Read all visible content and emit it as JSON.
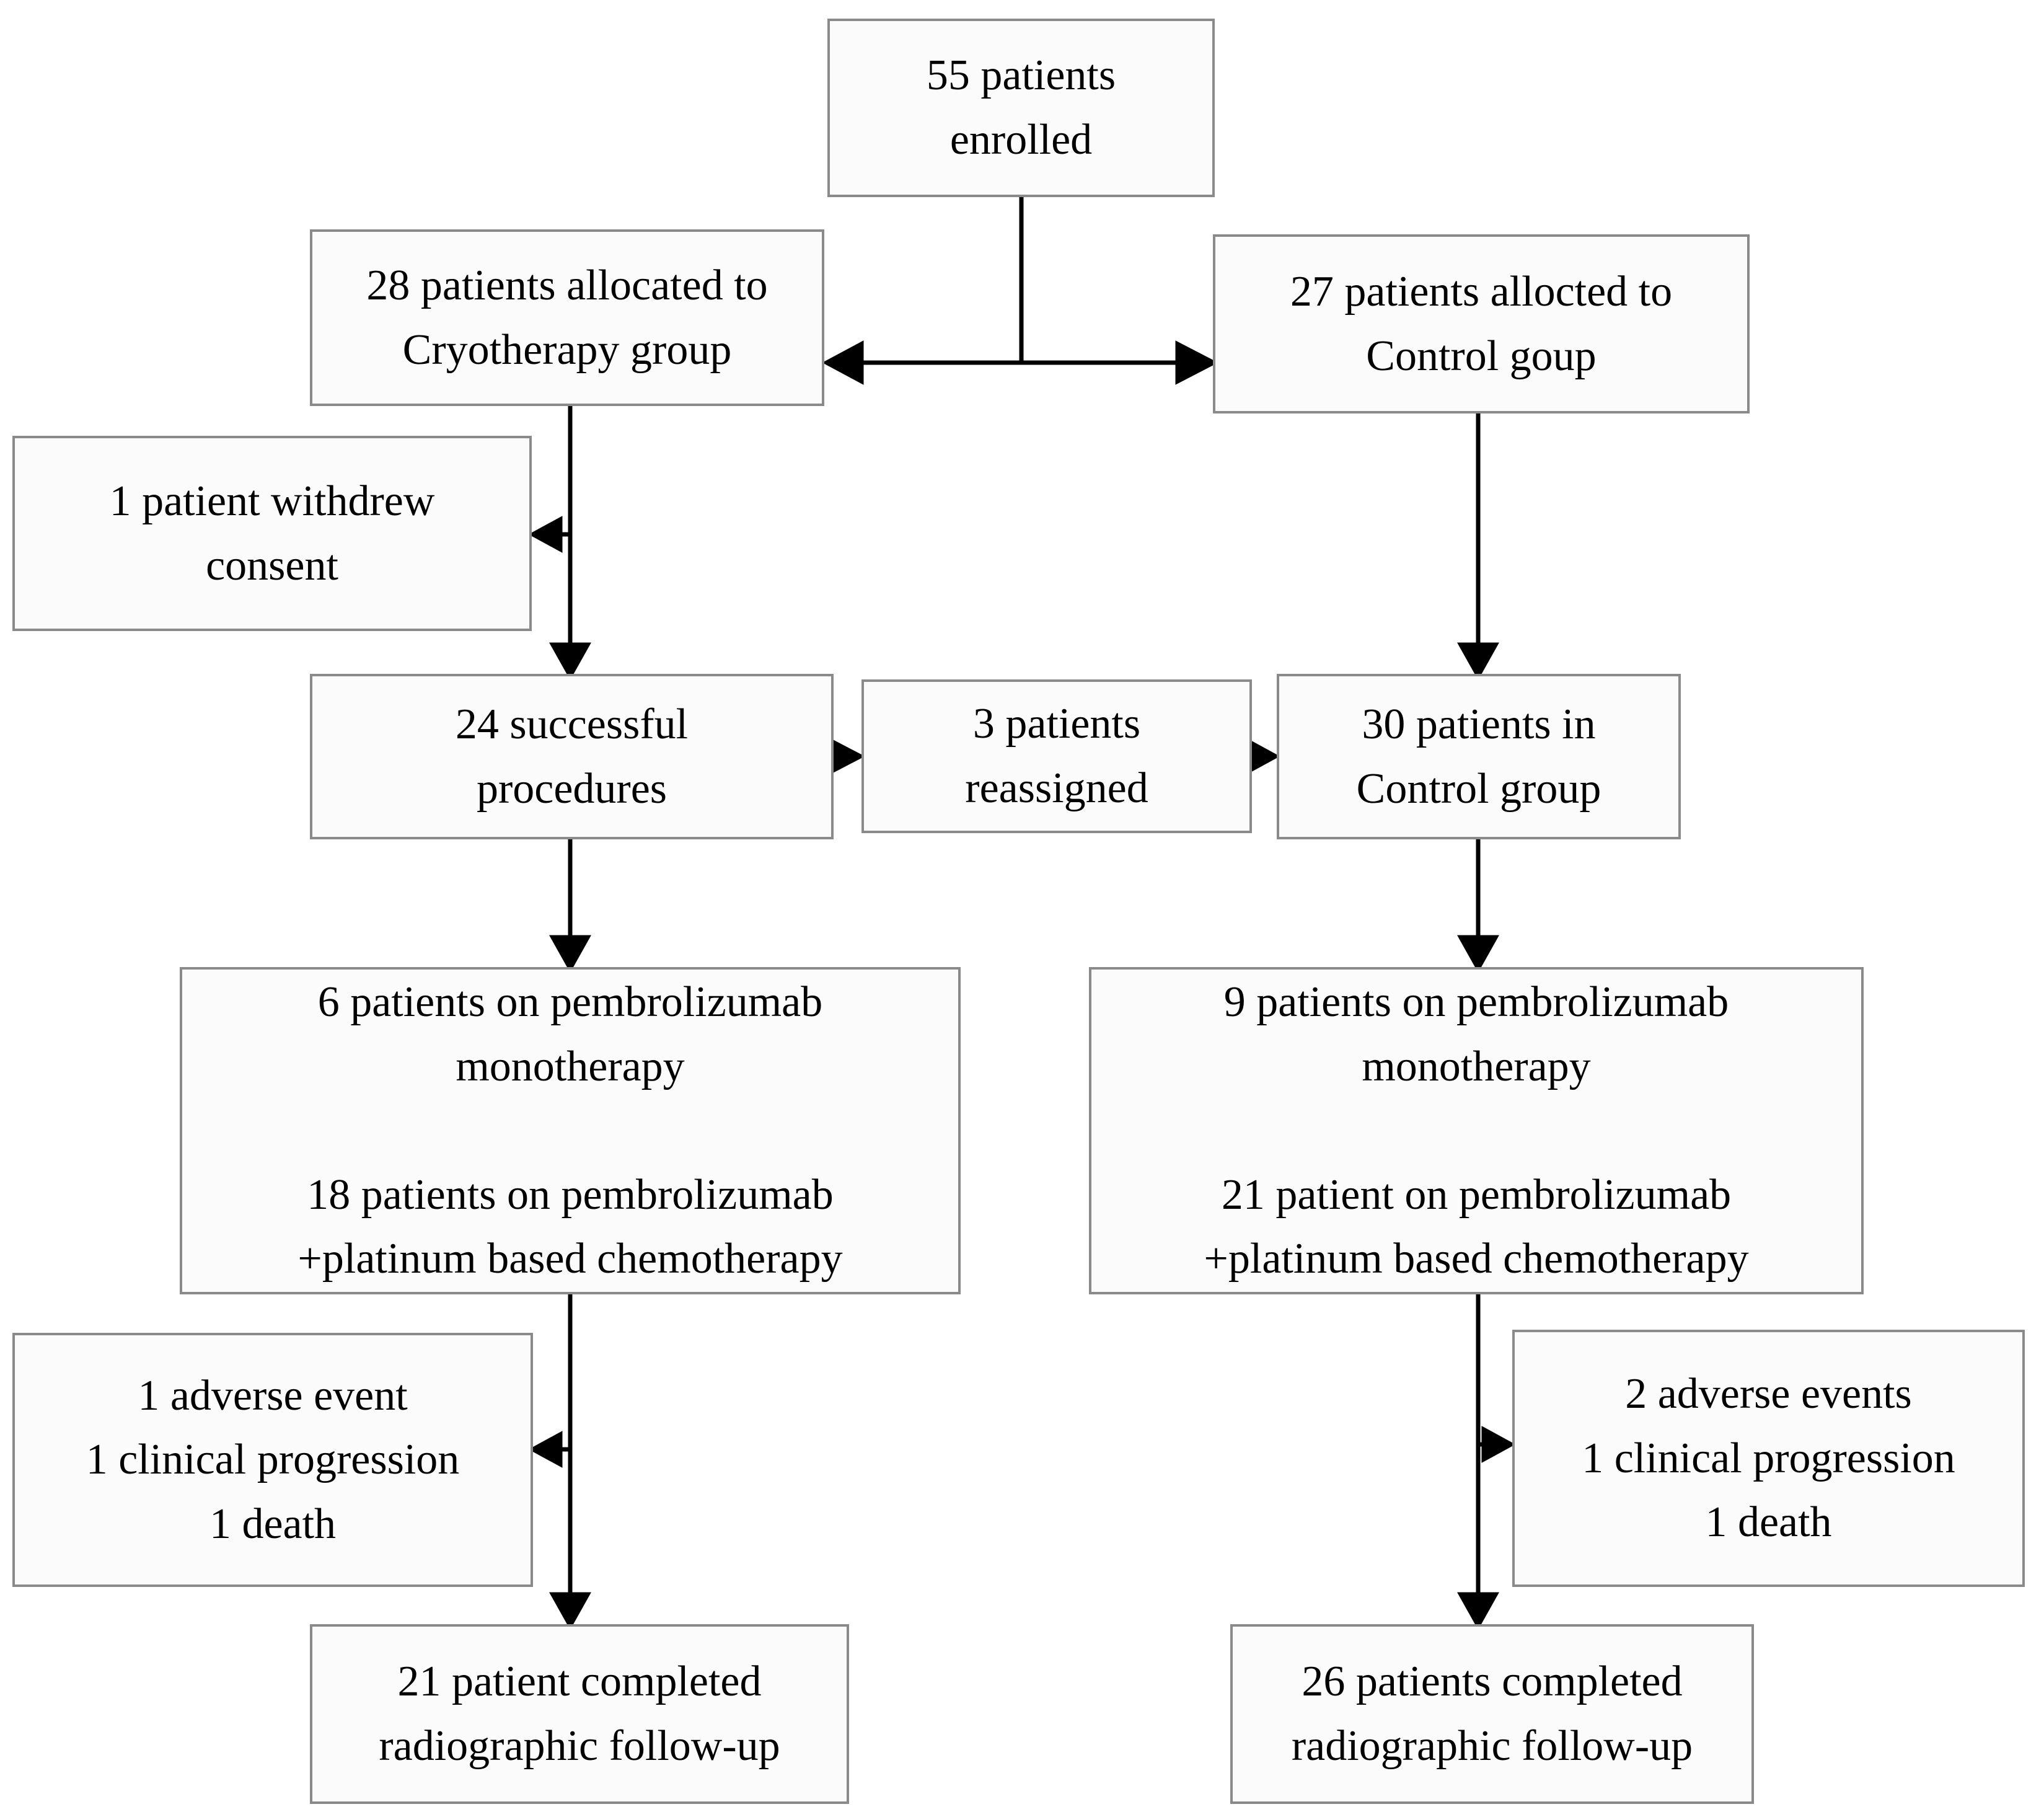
{
  "nodes": {
    "enrolled": {
      "text": "55 patients\nenrolled"
    },
    "alloc_cryo": {
      "text": "28 patients allocated to\nCryotherapy group"
    },
    "alloc_control": {
      "text": "27 patients allocted to\nControl goup"
    },
    "withdrew": {
      "text": "1 patient withdrew\nconsent"
    },
    "procedures": {
      "text": "24 successful\nprocedures"
    },
    "reassigned": {
      "text": "3 patients\nreassigned"
    },
    "control_group": {
      "text": "30 patients in\nControl group"
    },
    "treat_cryo": {
      "text": "6 patients on pembrolizumab\nmonotherapy\n\n18 patients on pembrolizumab\n+platinum based chemotherapy"
    },
    "treat_control": {
      "text": "9 patients on pembrolizumab\nmonotherapy\n\n21 patient on pembrolizumab\n+platinum based chemotherapy"
    },
    "dropout_cryo": {
      "text": "1 adverse event\n1 clinical progression\n1 death"
    },
    "dropout_control": {
      "text": "2 adverse events\n1 clinical progression\n1 death"
    },
    "followup_cryo": {
      "text": "21 patient completed\nradiographic follow-up"
    },
    "followup_control": {
      "text": "26 patients completed\nradiographic follow-up"
    }
  },
  "colors": {
    "background": "#ffffff",
    "box_fill": "#fbfbfb",
    "box_border": "#8a8a8a",
    "connector": "#000000",
    "text": "#000000"
  }
}
